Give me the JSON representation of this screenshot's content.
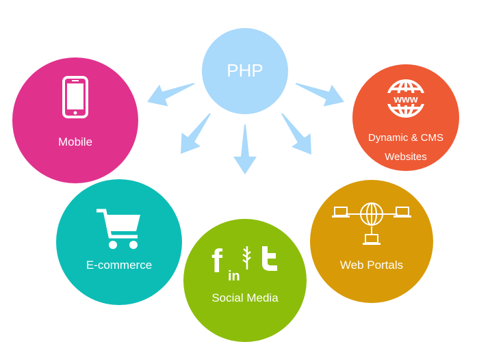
{
  "center": {
    "label": "PHP",
    "color": "#a9d9fb"
  },
  "nodes": [
    {
      "label": "Mobile",
      "icon": "smartphone-icon",
      "color": "#e0318d"
    },
    {
      "label_line1": "Dynamic & CMS",
      "label_line2": "Websites",
      "icon": "www-globe-icon",
      "color": "#ee5a34"
    },
    {
      "label": "E-commerce",
      "icon": "shopping-cart-icon",
      "color": "#0cbdb6"
    },
    {
      "label": "Social Media",
      "icon": "social-icons",
      "color": "#8cbd0b"
    },
    {
      "label": "Web Portals",
      "icon": "network-icon",
      "color": "#d89a07"
    }
  ],
  "arrow_color": "#a9d9fb"
}
